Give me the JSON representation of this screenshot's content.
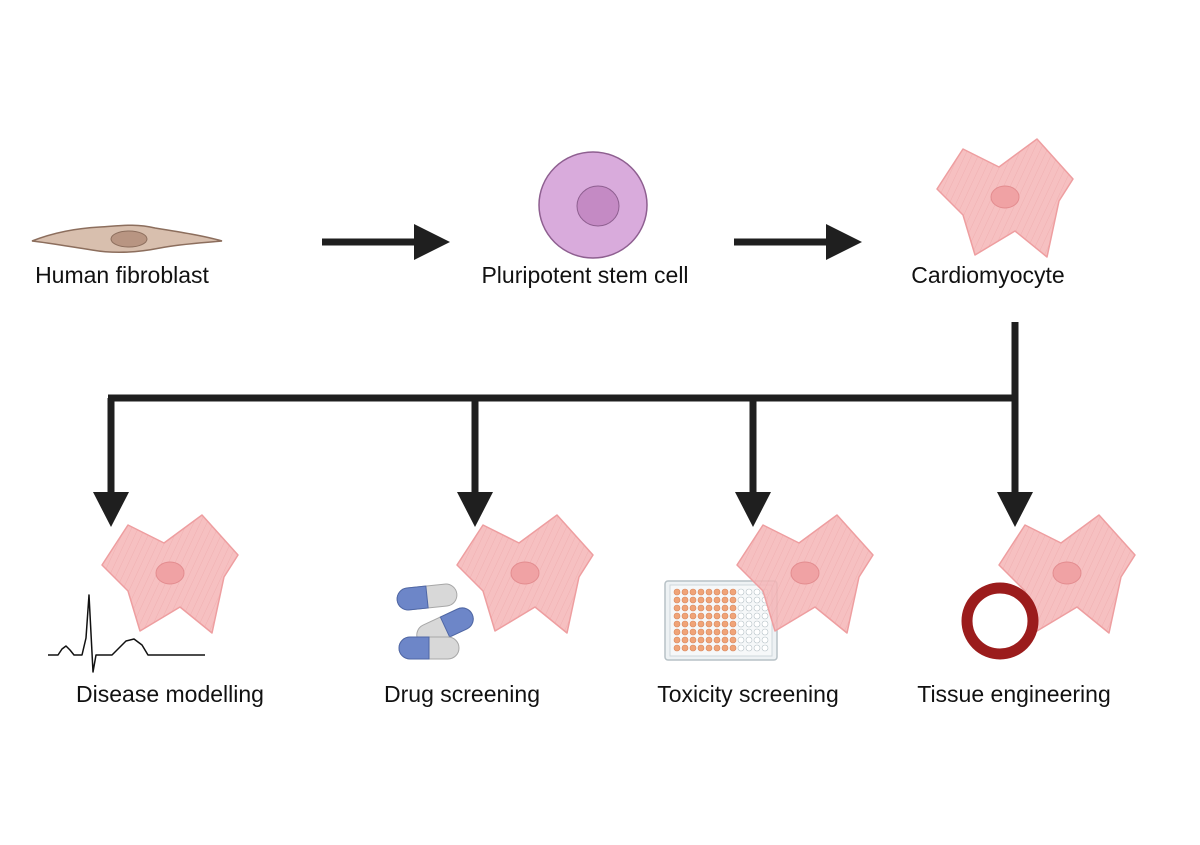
{
  "top_row": {
    "fibroblast_label": "Human fibroblast",
    "stem_cell_label": "Pluripotent stem cell",
    "cardiomyocyte_label": "Cardiomyocyte"
  },
  "applications": {
    "disease_label": "Disease modelling",
    "drug_label": "Drug screening",
    "toxicity_label": "Toxicity screening",
    "tissue_label": "Tissue engineering"
  },
  "colors": {
    "arrow": "#1f1f1f",
    "fibroblast_fill": "#d8bfae",
    "fibroblast_stroke": "#8c6e5d",
    "stem_cell_fill": "#d9abdc",
    "stem_cell_stroke": "#8e5f90",
    "cardio_fill": "#f4b5b6",
    "cardio_stroke": "#e89092",
    "capsule_blue": "#6d86c8",
    "capsule_grey": "#d8d8d8",
    "plate_well": "#f0a478",
    "ring": "#9b1c1c"
  },
  "icons": {
    "fibroblast": "fibroblast-cell-icon",
    "stem_cell": "stem-cell-icon",
    "cardiomyocyte": "cardiomyocyte-icon",
    "ecg": "ecg-trace-icon",
    "capsules": "capsule-pills-icon",
    "well_plate": "well-plate-icon",
    "ring": "tissue-ring-icon"
  }
}
